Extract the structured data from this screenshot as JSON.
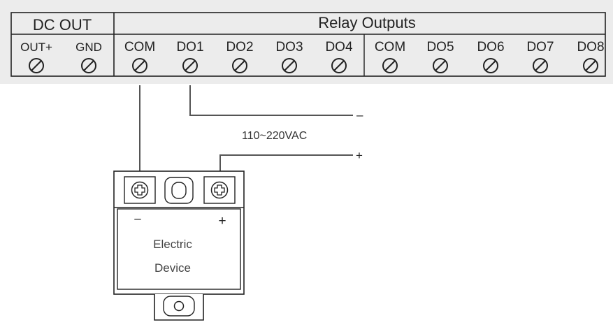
{
  "terminal_block": {
    "dc_out": {
      "title": "DC OUT",
      "terminals": [
        "OUT+",
        "GND"
      ]
    },
    "relay_outputs": {
      "title": "Relay Outputs",
      "terminals": [
        "COM",
        "DO1",
        "DO2",
        "DO3",
        "DO4",
        "COM",
        "DO5",
        "DO6",
        "DO7",
        "DO8"
      ]
    }
  },
  "wiring": {
    "supply_label": "110~220VAC",
    "minus_label": "–",
    "plus_label": "+"
  },
  "device": {
    "minus_label": "–",
    "plus_label": "+",
    "label_line1": "Electric",
    "label_line2": "Device"
  }
}
